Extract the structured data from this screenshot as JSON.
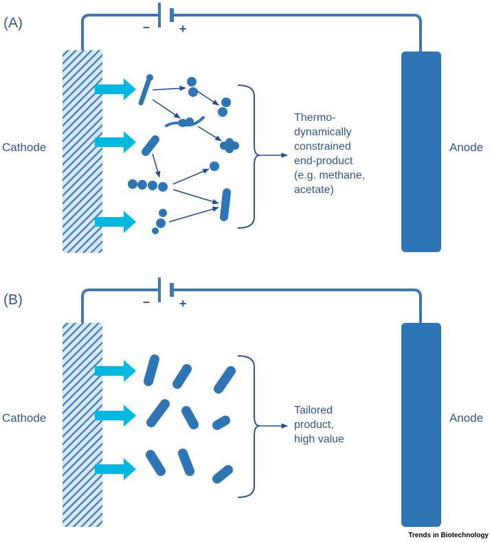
{
  "panel_a": {
    "label": "(A)",
    "cathode": "Cathode",
    "anode": "Anode",
    "minus": "–",
    "plus": "+",
    "result_lines": [
      "Thermo-",
      "dynamically",
      "constrained",
      "end-product",
      "(e.g. methane,",
      "acetate)"
    ]
  },
  "panel_b": {
    "label": "(B)",
    "cathode": "Cathode",
    "anode": "Anode",
    "minus": "–",
    "plus": "+",
    "result_lines": [
      "Tailored",
      "product,",
      "high value"
    ]
  },
  "credit": "Trends in Biotechnology",
  "colors": {
    "wire": "#3a78b5",
    "cell": "#2e75b6",
    "arrow_fill": "#00b8e0",
    "hatch": "#3a78b5",
    "hatch_bg": "#d6e8f5",
    "text": "#2f5597",
    "small_arrow": "#1f4e9a"
  }
}
